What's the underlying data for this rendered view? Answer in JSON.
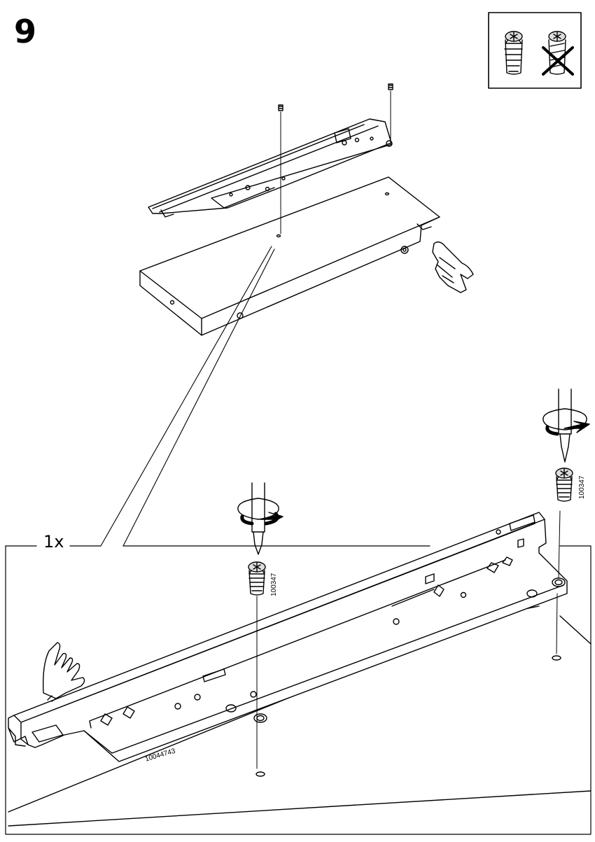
{
  "step": {
    "number": "9"
  },
  "detail": {
    "quantity_label": "1x"
  },
  "article_numbers": {
    "screw_left": "100347",
    "screw_right": "100347",
    "rail": "10044743"
  },
  "icons": {
    "info_box": "screw-orientation-info-icon",
    "pressing_hand": "pressing-hand-icon",
    "holding_hand": "holding-hand-icon",
    "screwdriver_left": "screwdriver-icon",
    "screwdriver_right": "screwdriver-icon"
  },
  "colors": {
    "line": "#000000",
    "background": "#ffffff"
  }
}
